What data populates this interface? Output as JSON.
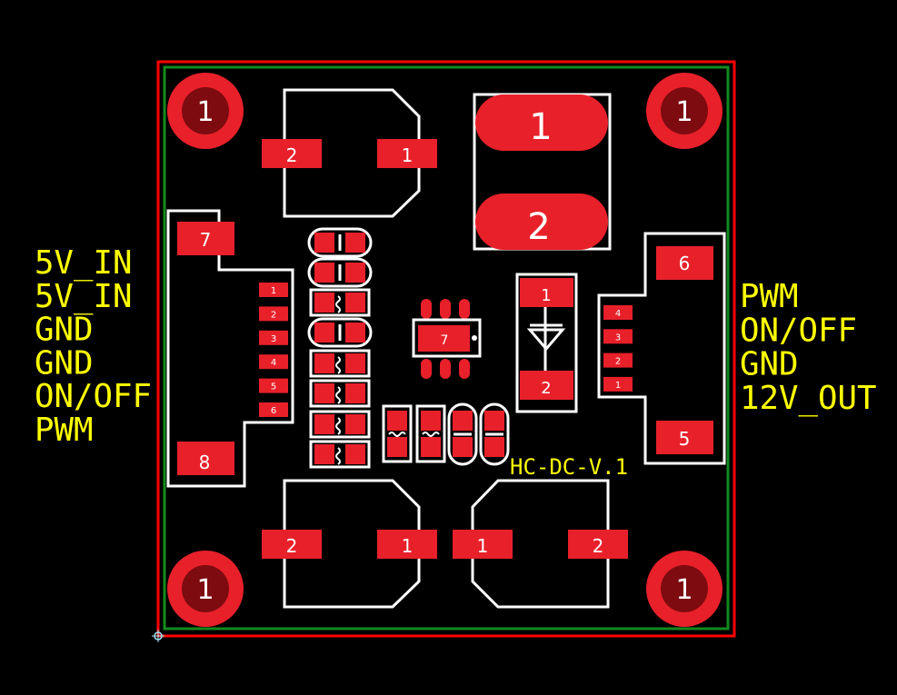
{
  "colors": {
    "background": "#000000",
    "copper": "#e8202a",
    "copper_dark": "#7d0b10",
    "silkscreen": "#ffffff",
    "pin_label": "#ffff00",
    "board_outline": "#ff0000",
    "keepout": "#138a1c"
  },
  "board_name": "HC-DC-V.1",
  "left_pin_labels": [
    "5V_IN",
    "5V_IN",
    "GND",
    "GND",
    "ON/OFF",
    "PWM"
  ],
  "right_pin_labels": [
    "PWM",
    "ON/OFF",
    "GND",
    "12V_OUT"
  ],
  "mounting_holes": {
    "top_left": "1",
    "top_right": "1",
    "bottom_left": "1",
    "bottom_right": "1"
  },
  "caps": {
    "top": {
      "pad_a": "2",
      "pad_b": "1"
    },
    "bottom_left": {
      "pad_a": "2",
      "pad_b": "1"
    },
    "bottom_right": {
      "pad_a": "1",
      "pad_b": "2"
    }
  },
  "inductor": {
    "pad_a": "1",
    "pad_b": "2"
  },
  "left_connector": {
    "mount_top": "7",
    "mount_bottom": "8",
    "pins": [
      "1",
      "2",
      "3",
      "4",
      "5",
      "6"
    ]
  },
  "right_connector": {
    "mount_top": "6",
    "mount_bottom": "5",
    "pins": [
      "4",
      "3",
      "2",
      "1"
    ]
  },
  "ic": {
    "exposed_pad": "7"
  },
  "diode": {
    "pad_a": "1",
    "pad_b": "2"
  }
}
